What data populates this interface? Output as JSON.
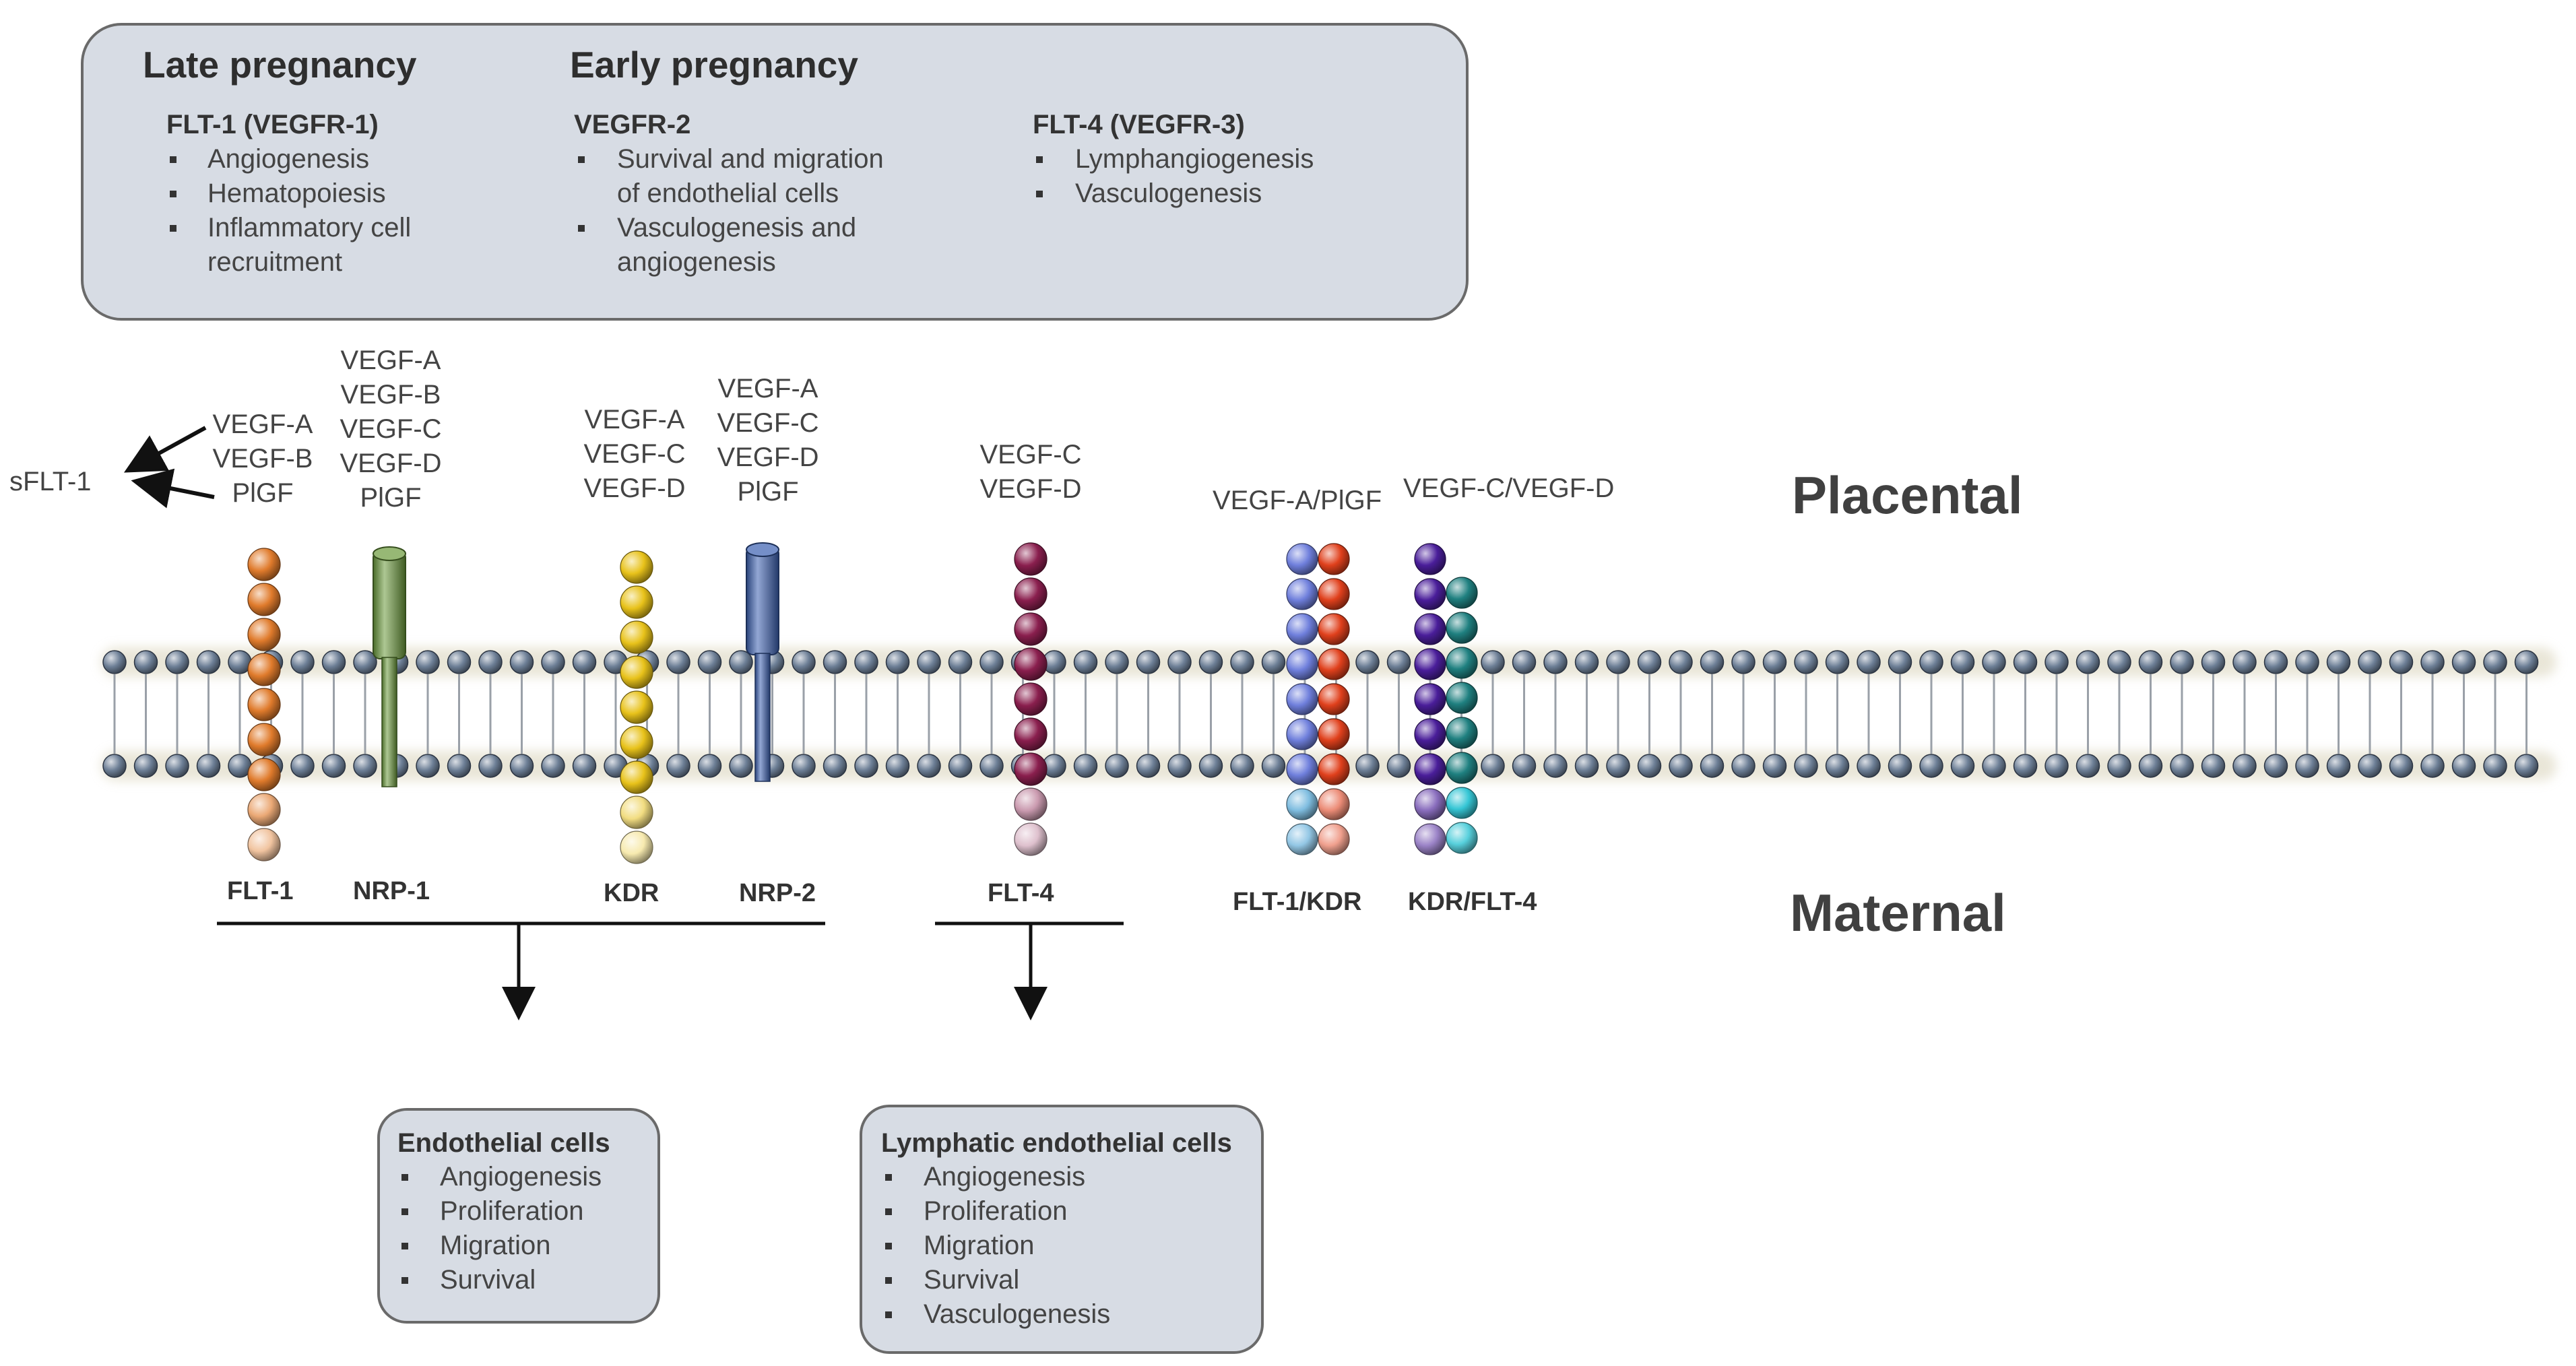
{
  "top_panel": {
    "late": {
      "heading": "Late pregnancy",
      "receptor": "FLT-1 (VEGFR-1)",
      "items": [
        "Angiogenesis",
        "Hematopoiesis",
        "Inflammatory cell",
        "recruitment"
      ]
    },
    "early": {
      "heading": "Early pregnancy",
      "vegfr2": {
        "receptor": "VEGFR-2",
        "items": [
          "Survival and migration",
          "of endothelial cells",
          "Vasculogenesis and",
          "angiogenesis"
        ]
      },
      "flt4": {
        "receptor": "FLT-4 (VEGFR-3)",
        "items": [
          "Lymphangiogenesis",
          "Vasculogenesis"
        ]
      }
    }
  },
  "ligands": {
    "flt1": [
      "VEGF-A",
      "VEGF-B",
      "PlGF"
    ],
    "nrp1": [
      "VEGF-A",
      "VEGF-B",
      "VEGF-C",
      "VEGF-D",
      "PlGF"
    ],
    "kdr": [
      "VEGF-A",
      "VEGF-C",
      "VEGF-D"
    ],
    "nrp2": [
      "VEGF-A",
      "VEGF-C",
      "VEGF-D",
      "PlGF"
    ],
    "flt4": [
      "VEGF-C",
      "VEGF-D"
    ],
    "flt1_kdr": "VEGF-A/PlGF",
    "kdr_flt4": "VEGF-C/VEGF-D",
    "soluble": "sFLT-1"
  },
  "side_labels": {
    "top": "Placental",
    "bottom": "Maternal"
  },
  "receptors": {
    "flt1": "FLT-1",
    "nrp1": "NRP-1",
    "kdr": "KDR",
    "nrp2": "NRP-2",
    "flt4": "FLT-4",
    "flt1_kdr": "FLT-1/KDR",
    "kdr_flt4": "KDR/FLT-4"
  },
  "endothelial_box": {
    "title": "Endothelial cells",
    "items": [
      "Angiogenesis",
      "Proliferation",
      "Migration",
      "Survival"
    ]
  },
  "lymphatic_box": {
    "title": "Lymphatic endothelial cells",
    "items": [
      "Angiogenesis",
      "Proliferation",
      "Migration",
      "Survival",
      "Vasculogenesis"
    ]
  },
  "colors": {
    "panel_fill": "#d7dce4",
    "flt1": "#e07b2c",
    "nrp1": "#6a9a3a",
    "kdr": "#e8c21a",
    "nrp2": "#3a5fb0",
    "flt4": "#8a1f4e",
    "flt1_blue": "#6f7fdc",
    "kdr_red": "#e0401c",
    "kdr_purple": "#4a1e9a",
    "flt4_teal": "#1f8080",
    "lipid_head": "#6d7f96"
  }
}
